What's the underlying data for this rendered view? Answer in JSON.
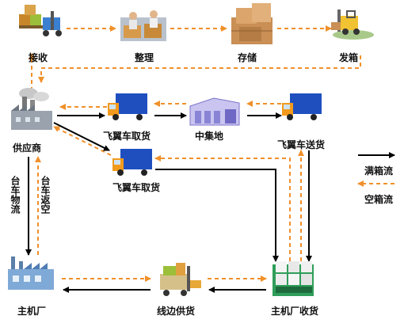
{
  "labels": {
    "receive": "接收",
    "sort": "整理",
    "store": "存储",
    "ship": "发箱",
    "supplier": "供应商",
    "truck_pickup_top": "飞翼车取货",
    "hub": "中集地",
    "truck_deliver": "飞翼车送货",
    "truck_pickup_mid": "飞翼车取货",
    "cart_flow": "台车物流",
    "cart_return": "台车返空",
    "full_box_flow": "满箱流",
    "empty_box_flow": "空箱流",
    "oem_plant": "主机厂",
    "lineside": "线边供货",
    "oem_receiving": "主机厂收货"
  },
  "colors": {
    "full_flow": "#000000",
    "empty_flow": "#f0902a",
    "truck_body": "#1f4fbf",
    "truck_cab": "#f29a1d"
  },
  "icons": {
    "receive": "forklift-boxes-icon",
    "sort": "workers-packing-icon",
    "store": "stacked-boxes-icon",
    "ship": "forklift-ship-icon",
    "supplier": "factory-smoke-icon",
    "truck": "truck-icon",
    "hub": "warehouse-icon",
    "oem_plant": "factory-plant-icon",
    "lineside": "hand-cart-icon",
    "oem_receiving": "pallet-stack-icon"
  }
}
